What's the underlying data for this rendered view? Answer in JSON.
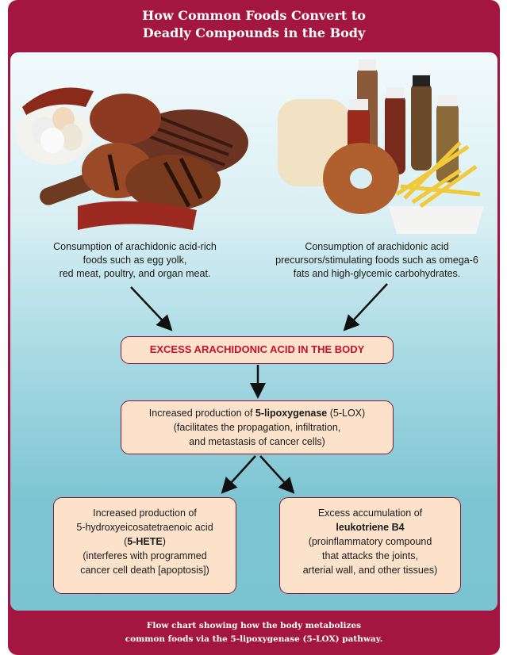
{
  "header": {
    "title_line1": "How Common Foods Convert to",
    "title_line2": "Deadly Compounds in the Body"
  },
  "left_food": {
    "line1": "Consumption of arachidonic acid-rich",
    "line2": "foods such as egg yolk,",
    "line3": "red meat, poultry, and organ meat."
  },
  "right_food": {
    "line1": "Consumption of arachidonic acid",
    "line2": "precursors/stimulating foods such as omega-6",
    "line3": "fats and high-glycemic carbohydrates."
  },
  "main_box": "EXCESS ARACHIDONIC ACID IN THE BODY",
  "lox_box": {
    "pre": "Increased production of ",
    "bold": "5-lipoxygenase",
    "post": " (5-LOX)",
    "line2": "(facilitates the propagation, infiltration,",
    "line3": "and metastasis of cancer cells)"
  },
  "hete_box": {
    "line1": "Increased production of",
    "line2": "5-hydroxyeicosatetraenoic acid",
    "open": "(",
    "bold": "5-HETE",
    "close": ")",
    "line4": "(interferes with programmed",
    "line5": "cancer cell death [apoptosis])"
  },
  "ltb4_box": {
    "line1": "Excess accumulation of",
    "bold": "leukotriene B4",
    "line3": "(proinflammatory compound",
    "line4": "that attacks the joints,",
    "line5": "arterial wall, and other tissues)"
  },
  "caption": {
    "line1": "Flow chart showing how the body metabolizes",
    "line2": "common foods via the 5-lipoxygenase (5-LOX) pathway."
  },
  "colors": {
    "frame": "#a3163f",
    "box": "#fde2cb",
    "main_text": "#c8102e"
  }
}
